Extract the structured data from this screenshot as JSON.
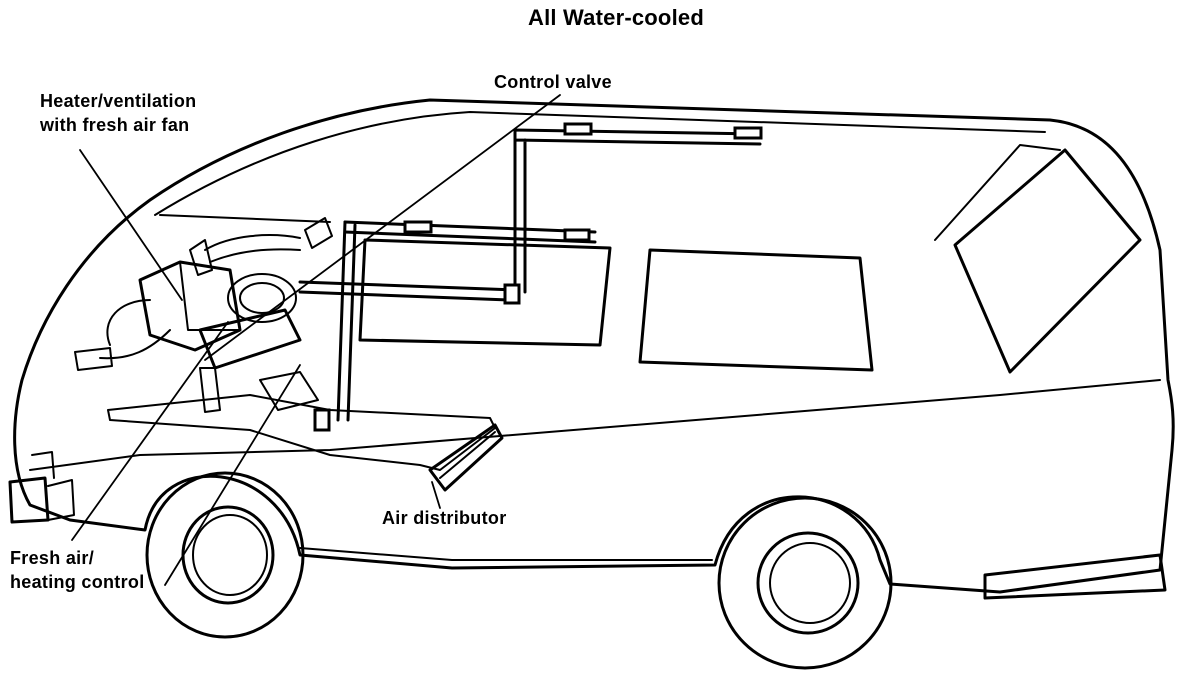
{
  "diagram": {
    "title": "All Water-cooled",
    "labels": {
      "heater": [
        "Heater/ventilation",
        "with fresh air fan"
      ],
      "control_valve": "Control valve",
      "air_distributor": "Air distributor",
      "fresh_air_control": [
        "Fresh air/",
        "heating control"
      ]
    }
  }
}
